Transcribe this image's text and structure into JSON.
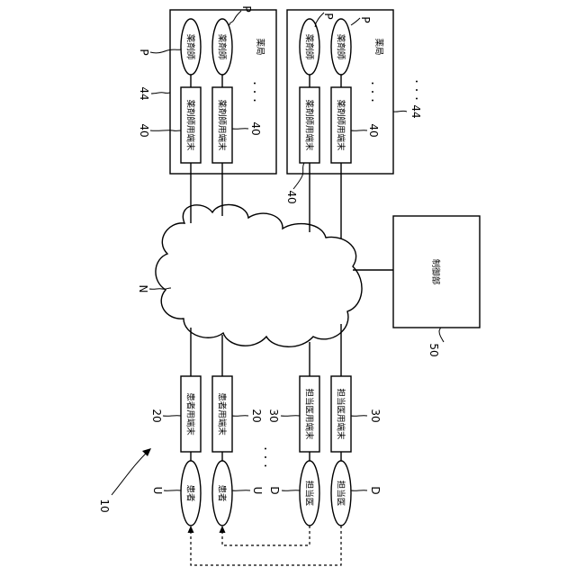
{
  "labels": {
    "system_ref": "10",
    "patient": "患者",
    "patient_ref": "U",
    "patient_terminal": "患者用端末",
    "patient_terminal_ref": "20",
    "doctor": "担当医",
    "doctor_ref": "D",
    "doctor_terminal": "担当医用端末",
    "doctor_terminal_ref": "30",
    "network_ref": "N",
    "pharmacist": "薬剤師",
    "pharmacist_ref": "P",
    "pharmacist_terminal": "薬剤師用端末",
    "pharmacist_terminal_ref": "40",
    "pharmacy": "薬局",
    "pharmacy_ref": "44",
    "control_unit": "制御部",
    "control_unit_ref": "50",
    "ellipsis": "・・・"
  }
}
